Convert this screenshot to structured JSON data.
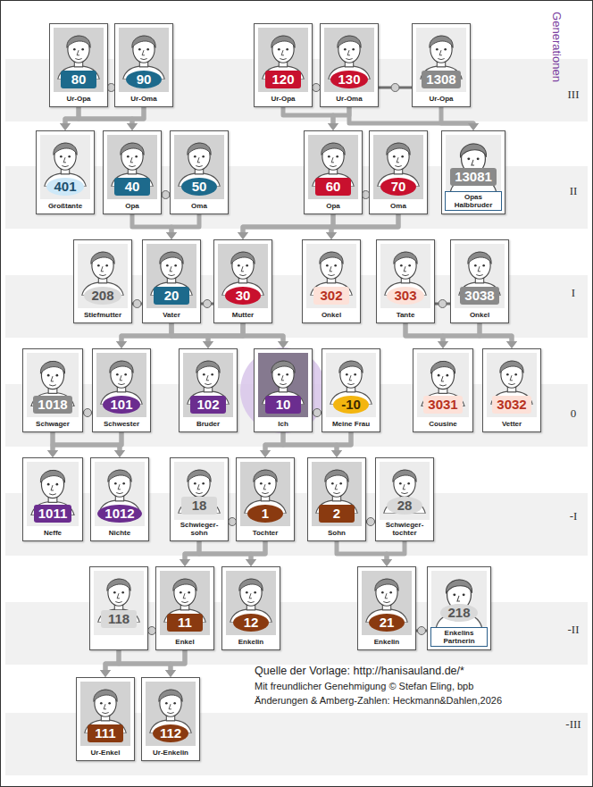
{
  "diagram": {
    "nodes": [
      {
        "text": [
          "80",
          "Ur-Opa"
        ]
      },
      {
        "text": [
          "90",
          "Ur-Oma"
        ]
      },
      {
        "text": [
          "120",
          "Ur-Opa"
        ]
      },
      {
        "text": [
          "130",
          "Ur-Oma"
        ]
      },
      {
        "text": [
          "1308",
          "Ur-Opa"
        ]
      },
      {
        "text": [
          "401",
          "Großtante"
        ]
      },
      {
        "text": [
          "40",
          "Opa"
        ]
      },
      {
        "text": [
          "50",
          "Oma"
        ]
      },
      {
        "text": [
          "60",
          "Opa"
        ]
      },
      {
        "text": [
          "70",
          "Oma"
        ]
      },
      {
        "text": [
          "13081",
          "Opas Halbbruder"
        ]
      },
      {
        "text": [
          "208",
          "Stiefmutter"
        ]
      },
      {
        "text": [
          "20",
          "Vater"
        ]
      },
      {
        "text": [
          "30",
          "Mutter"
        ]
      },
      {
        "text": [
          "302",
          "Onkel"
        ]
      },
      {
        "text": [
          "303",
          "Tante"
        ]
      },
      {
        "text": [
          "3038",
          "Onkel"
        ]
      },
      {
        "text": [
          "1018",
          "Schwager"
        ]
      },
      {
        "text": [
          "101",
          "Schwester"
        ]
      },
      {
        "text": [
          "102",
          "Bruder"
        ]
      },
      {
        "text": [
          "10",
          "Ich"
        ]
      },
      {
        "text": [
          "-10",
          "Meine Frau"
        ]
      },
      {
        "text": [
          "3031",
          "Cousine"
        ]
      },
      {
        "text": [
          "3032",
          "Vetter"
        ]
      },
      {
        "text": [
          "1011",
          "Neffe"
        ]
      },
      {
        "text": [
          "1012",
          "Nichte"
        ]
      },
      {
        "text": [
          "18",
          "Schwieger-sohn"
        ]
      },
      {
        "text": [
          "1",
          "Tochter"
        ]
      },
      {
        "text": [
          "2",
          "Sohn"
        ]
      },
      {
        "text": [
          "28",
          "Schwieger-tochter"
        ]
      },
      {
        "text": [
          "118"
        ]
      },
      {
        "text": [
          "11",
          "Enkel"
        ]
      },
      {
        "text": [
          "12",
          "Enkelin"
        ]
      },
      {
        "text": [
          "21",
          "Enkelin"
        ]
      },
      {
        "text": [
          "218",
          "Enkelins Partnerin"
        ]
      },
      {
        "text": [
          "111",
          "Ur-Enkel"
        ]
      },
      {
        "text": [
          "112",
          "Ur-Enkelin"
        ]
      }
    ],
    "edges": [
      {
        "from": 0,
        "to": 1,
        "arrow": "none"
      },
      {
        "from": 2,
        "to": 3,
        "arrow": "none"
      },
      {
        "from": 3,
        "to": 4,
        "arrow": "none"
      },
      {
        "from": 6,
        "to": 7,
        "arrow": "none"
      },
      {
        "from": 8,
        "to": 9,
        "arrow": "none"
      },
      {
        "from": 11,
        "to": 12,
        "arrow": "none"
      },
      {
        "from": 12,
        "to": 13,
        "arrow": "none"
      },
      {
        "from": 15,
        "to": 16,
        "arrow": "none"
      },
      {
        "from": 17,
        "to": 18,
        "arrow": "none"
      },
      {
        "from": 20,
        "to": 21,
        "arrow": "none"
      },
      {
        "from": 26,
        "to": 27,
        "arrow": "none"
      },
      {
        "from": 28,
        "to": 29,
        "arrow": "none"
      },
      {
        "from": 30,
        "to": 31,
        "arrow": "none"
      },
      {
        "from": 33,
        "to": 34,
        "arrow": "none"
      },
      {
        "from": 0,
        "to": 5,
        "arrow": "to"
      },
      {
        "from": 1,
        "to": 5,
        "arrow": "to"
      },
      {
        "from": 0,
        "to": 6,
        "arrow": "to"
      },
      {
        "from": 1,
        "to": 6,
        "arrow": "to"
      },
      {
        "from": 2,
        "to": 8,
        "arrow": "to"
      },
      {
        "from": 3,
        "to": 8,
        "arrow": "to"
      },
      {
        "from": 3,
        "to": 10,
        "arrow": "to"
      },
      {
        "from": 4,
        "to": 10,
        "arrow": "to"
      },
      {
        "from": 6,
        "to": 12,
        "arrow": "to"
      },
      {
        "from": 7,
        "to": 12,
        "arrow": "to"
      },
      {
        "from": 8,
        "to": 13,
        "arrow": "to"
      },
      {
        "from": 9,
        "to": 13,
        "arrow": "to"
      },
      {
        "from": 8,
        "to": 14,
        "arrow": "to"
      },
      {
        "from": 9,
        "to": 14,
        "arrow": "to"
      },
      {
        "from": 15,
        "to": 22,
        "arrow": "to"
      },
      {
        "from": 16,
        "to": 22,
        "arrow": "to"
      },
      {
        "from": 15,
        "to": 23,
        "arrow": "to"
      },
      {
        "from": 16,
        "to": 23,
        "arrow": "to"
      },
      {
        "from": 12,
        "to": 18,
        "arrow": "to"
      },
      {
        "from": 13,
        "to": 18,
        "arrow": "to"
      },
      {
        "from": 12,
        "to": 19,
        "arrow": "to"
      },
      {
        "from": 13,
        "to": 19,
        "arrow": "to"
      },
      {
        "from": 12,
        "to": 20,
        "arrow": "to"
      },
      {
        "from": 13,
        "to": 20,
        "arrow": "to"
      },
      {
        "from": 17,
        "to": 24,
        "arrow": "to"
      },
      {
        "from": 18,
        "to": 24,
        "arrow": "to"
      },
      {
        "from": 17,
        "to": 25,
        "arrow": "to"
      },
      {
        "from": 18,
        "to": 25,
        "arrow": "to"
      },
      {
        "from": 20,
        "to": 27,
        "arrow": "to"
      },
      {
        "from": 21,
        "to": 27,
        "arrow": "to"
      },
      {
        "from": 20,
        "to": 28,
        "arrow": "to"
      },
      {
        "from": 21,
        "to": 28,
        "arrow": "to"
      },
      {
        "from": 26,
        "to": 31,
        "arrow": "to"
      },
      {
        "from": 27,
        "to": 31,
        "arrow": "to"
      },
      {
        "from": 26,
        "to": 32,
        "arrow": "to"
      },
      {
        "from": 27,
        "to": 32,
        "arrow": "to"
      },
      {
        "from": 28,
        "to": 33,
        "arrow": "to"
      },
      {
        "from": 29,
        "to": 33,
        "arrow": "to"
      },
      {
        "from": 30,
        "to": 35,
        "arrow": "to"
      },
      {
        "from": 31,
        "to": 35,
        "arrow": "to"
      },
      {
        "from": 30,
        "to": 36,
        "arrow": "to"
      },
      {
        "from": 31,
        "to": 36,
        "arrow": "to"
      }
    ],
    "labels": [
      "Generationen",
      "III",
      "II",
      "I",
      "0",
      "-I",
      "-II",
      "-III",
      "Quelle der Vorlage: http://hanisauland.de/*",
      "Mit freundlicher Genehmigung © Stefan Eling, bpb",
      "Änderungen & Amberg-Zahlen: Heckmann&Dahlen,2026"
    ]
  }
}
